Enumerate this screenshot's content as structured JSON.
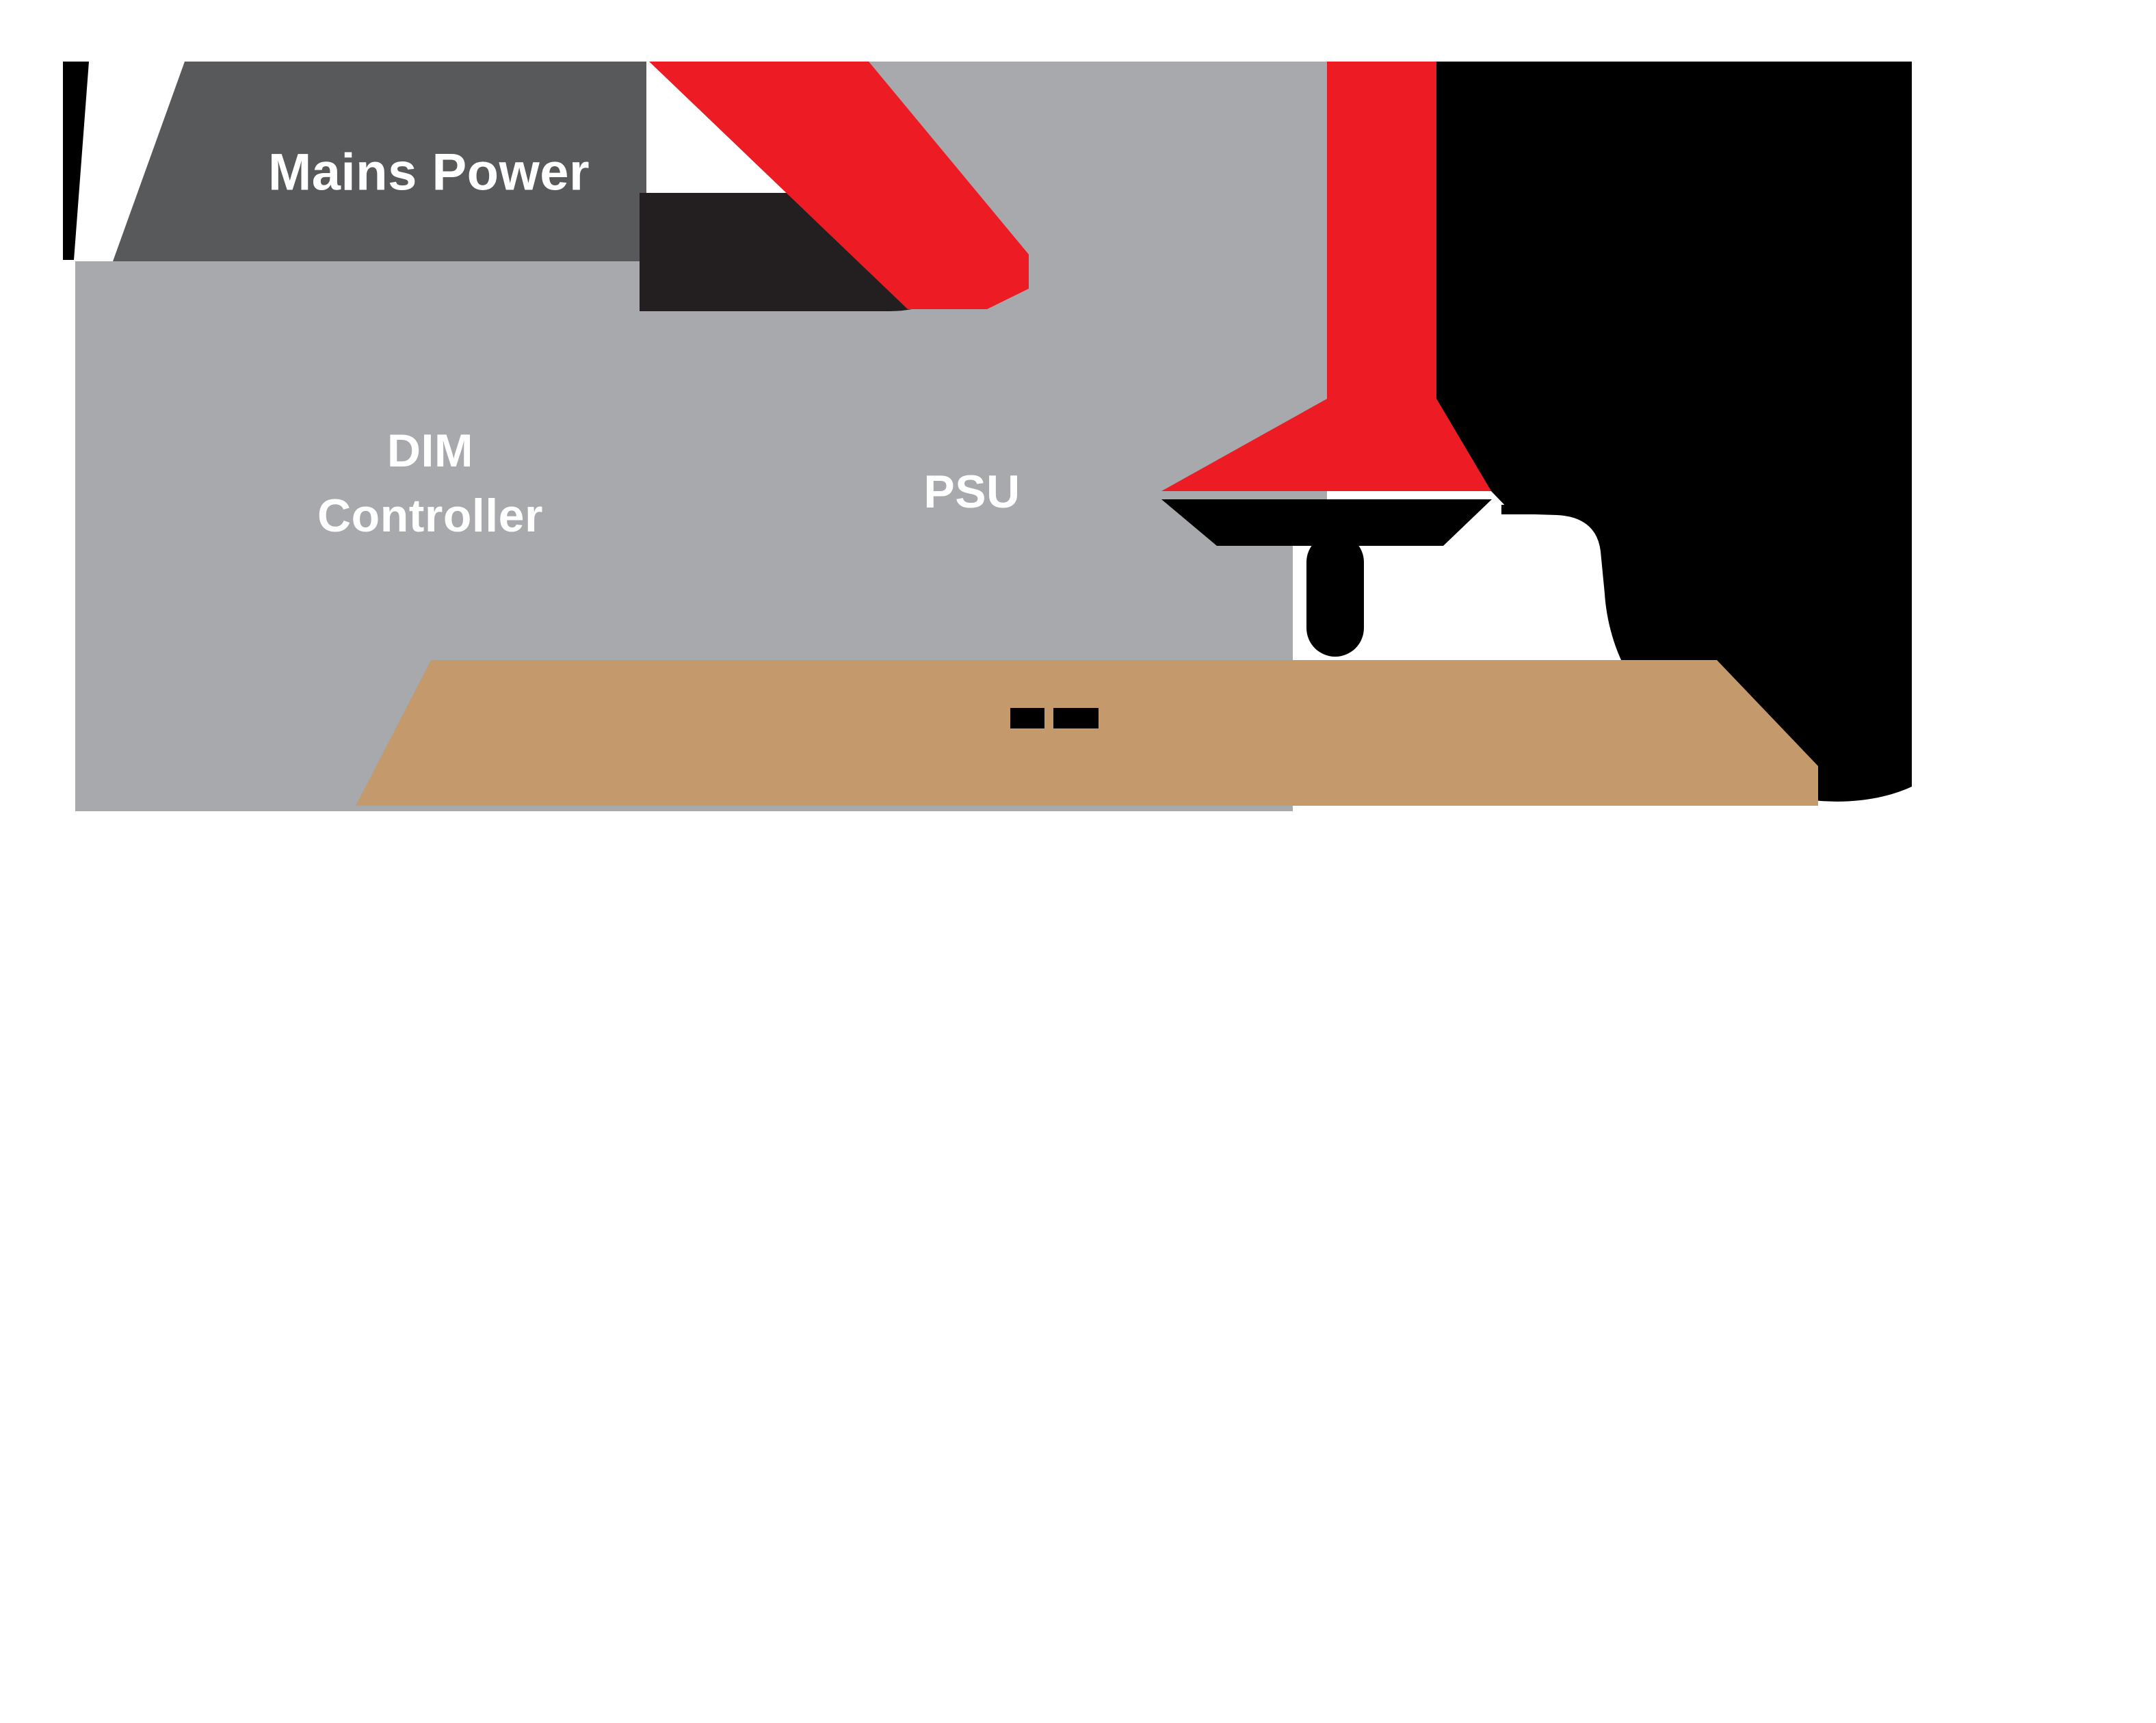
{
  "diagram": {
    "labels": {
      "mains_power": "Mains Power",
      "dim_line1": "DIM",
      "dim_line2": "Controller",
      "psu": "PSU"
    },
    "colors": {
      "background": "#ffffff",
      "silver": "#a7a9ac",
      "charcoal": "#58595b",
      "near_black": "#231f20",
      "black": "#000000",
      "red": "#ed1c24",
      "tan": "#c49a6c",
      "label_text": "#ffffff"
    }
  }
}
